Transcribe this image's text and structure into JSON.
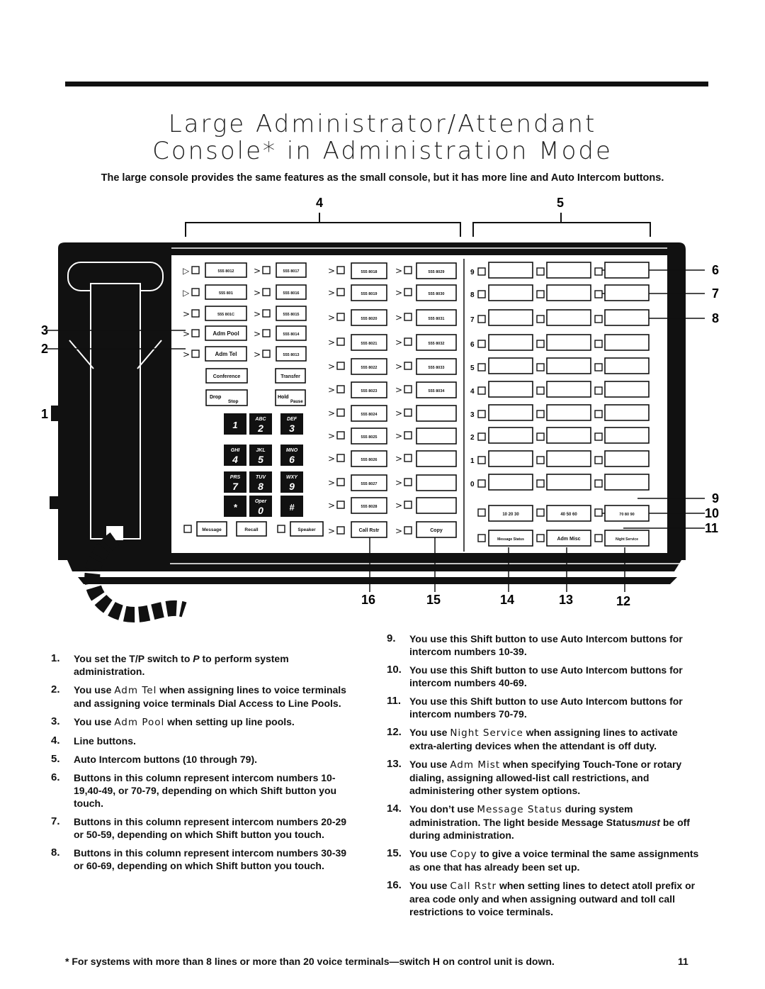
{
  "page": {
    "title_line1": "Large Administrator/Attendant",
    "title_line2": "Console* in Administration Mode",
    "subtitle": "The large console provides the same features as the small console, but it has more line and Auto Intercom buttons.",
    "footnote": "* For systems with more than 8 lines or more than 20 voice terminals—switch H on control unit is down.",
    "page_number": "11"
  },
  "callouts": [
    "1",
    "2",
    "3",
    "4",
    "5",
    "6",
    "7",
    "8",
    "9",
    "10",
    "11",
    "12",
    "13",
    "14",
    "15",
    "16"
  ],
  "console": {
    "left_line_labels": [
      "555 8012",
      "555 8017",
      "555 801",
      "555 8016",
      "555 801C",
      "555 8015",
      "Adm Pool",
      "555 8014",
      "Adm Tel",
      "555 8013"
    ],
    "middle_line_labels": [
      "555 8018",
      "555 8029",
      "555 8019",
      "555 8030",
      "555 8020",
      "555 8031",
      "555 8021",
      "555 8032",
      "555 8022",
      "555 8033",
      "555 8023",
      "555 8034",
      "555 8024",
      "555 8025",
      "555 8026",
      "555 8027",
      "555 8028"
    ],
    "feature_buttons": [
      "Conference",
      "Transfer",
      "Drop",
      "Stop",
      "Hold",
      "Pause",
      "Message",
      "Recall",
      "Speaker",
      "Call Rstr",
      "Copy"
    ],
    "dialpad": [
      {
        "digit": "1",
        "letters": ""
      },
      {
        "digit": "2",
        "letters": "ABC"
      },
      {
        "digit": "3",
        "letters": "DEF"
      },
      {
        "digit": "4",
        "letters": "GHI"
      },
      {
        "digit": "5",
        "letters": "JKL"
      },
      {
        "digit": "6",
        "letters": "MNO"
      },
      {
        "digit": "7",
        "letters": "PRS"
      },
      {
        "digit": "8",
        "letters": "TUV"
      },
      {
        "digit": "9",
        "letters": "WXY"
      },
      {
        "digit": "*",
        "letters": ""
      },
      {
        "digit": "0",
        "letters": "Oper"
      },
      {
        "digit": "#",
        "letters": ""
      }
    ],
    "intercom_row_digits": [
      "9",
      "8",
      "7",
      "6",
      "5",
      "4",
      "3",
      "2",
      "1",
      "0"
    ],
    "shift_buttons": [
      "10 20 30",
      "40 50 60",
      "70 80 90"
    ],
    "bottom_right_buttons": [
      "Message Status",
      "Adm Misc",
      "Night Service"
    ]
  },
  "items_left": [
    {
      "num": "1.",
      "parts": [
        {
          "t": "You set the T/P switch to "
        },
        {
          "t": "P",
          "i": true
        },
        {
          "t": " to perform system administration."
        }
      ]
    },
    {
      "num": "2.",
      "parts": [
        {
          "t": "You use "
        },
        {
          "t": "Adm Tel",
          "m": true
        },
        {
          "t": " when assigning lines to voice terminals and assigning voice terminals Dial Access to Line Pools."
        }
      ]
    },
    {
      "num": "3.",
      "parts": [
        {
          "t": "You use "
        },
        {
          "t": "Adm Pool",
          "m": true
        },
        {
          "t": " when setting up line pools."
        }
      ]
    },
    {
      "num": "4.",
      "parts": [
        {
          "t": "Line buttons."
        }
      ]
    },
    {
      "num": "5.",
      "parts": [
        {
          "t": "Auto Intercom buttons (10 through 79)."
        }
      ]
    },
    {
      "num": "6.",
      "parts": [
        {
          "t": "Buttons in this column represent intercom numbers 10-19,40-49, or 70-79, depending on which Shift button you touch."
        }
      ]
    },
    {
      "num": "7.",
      "parts": [
        {
          "t": "Buttons in this column represent intercom numbers 20-29 or 50-59, depending on which Shift button you touch."
        }
      ]
    },
    {
      "num": "8.",
      "parts": [
        {
          "t": "Buttons in this column represent intercom numbers 30-39 or 60-69, depending on which Shift button you touch."
        }
      ]
    }
  ],
  "items_right": [
    {
      "num": "9.",
      "parts": [
        {
          "t": "You use this Shift button to use Auto Intercom buttons for intercom numbers 10-39."
        }
      ]
    },
    {
      "num": "10.",
      "parts": [
        {
          "t": "You use this Shift button to use Auto Intercom buttons for intercom numbers 40-69."
        }
      ]
    },
    {
      "num": "11.",
      "parts": [
        {
          "t": "You use this Shift button to use Auto Intercom buttons for intercom numbers 70-79."
        }
      ]
    },
    {
      "num": "12.",
      "parts": [
        {
          "t": "You use "
        },
        {
          "t": "Night Service",
          "m": true
        },
        {
          "t": " when assigning lines to activate extra-alerting devices when the attendant is off duty."
        }
      ]
    },
    {
      "num": "13.",
      "parts": [
        {
          "t": "You use "
        },
        {
          "t": "Adm Mist",
          "m": true
        },
        {
          "t": " when specifying Touch-Tone or rotary dialing, assigning allowed-list call restrictions, and administering other system options."
        }
      ]
    },
    {
      "num": "14.",
      "parts": [
        {
          "t": "You don’t use "
        },
        {
          "t": "Message Status",
          "m": true
        },
        {
          "t": " during system administration. The light beside Message Status"
        },
        {
          "t": "must",
          "i": true
        },
        {
          "t": " be off during administration."
        }
      ]
    },
    {
      "num": "15.",
      "parts": [
        {
          "t": "You use "
        },
        {
          "t": "Copy",
          "m": true
        },
        {
          "t": " to give a voice terminal the same assignments as one that has already been set up."
        }
      ]
    },
    {
      "num": "16.",
      "parts": [
        {
          "t": "You use "
        },
        {
          "t": "Call Rstr",
          "m": true
        },
        {
          "t": " when setting lines to detect atoll prefix or area code only and when assigning outward and toll call restrictions to voice terminals."
        }
      ]
    }
  ]
}
